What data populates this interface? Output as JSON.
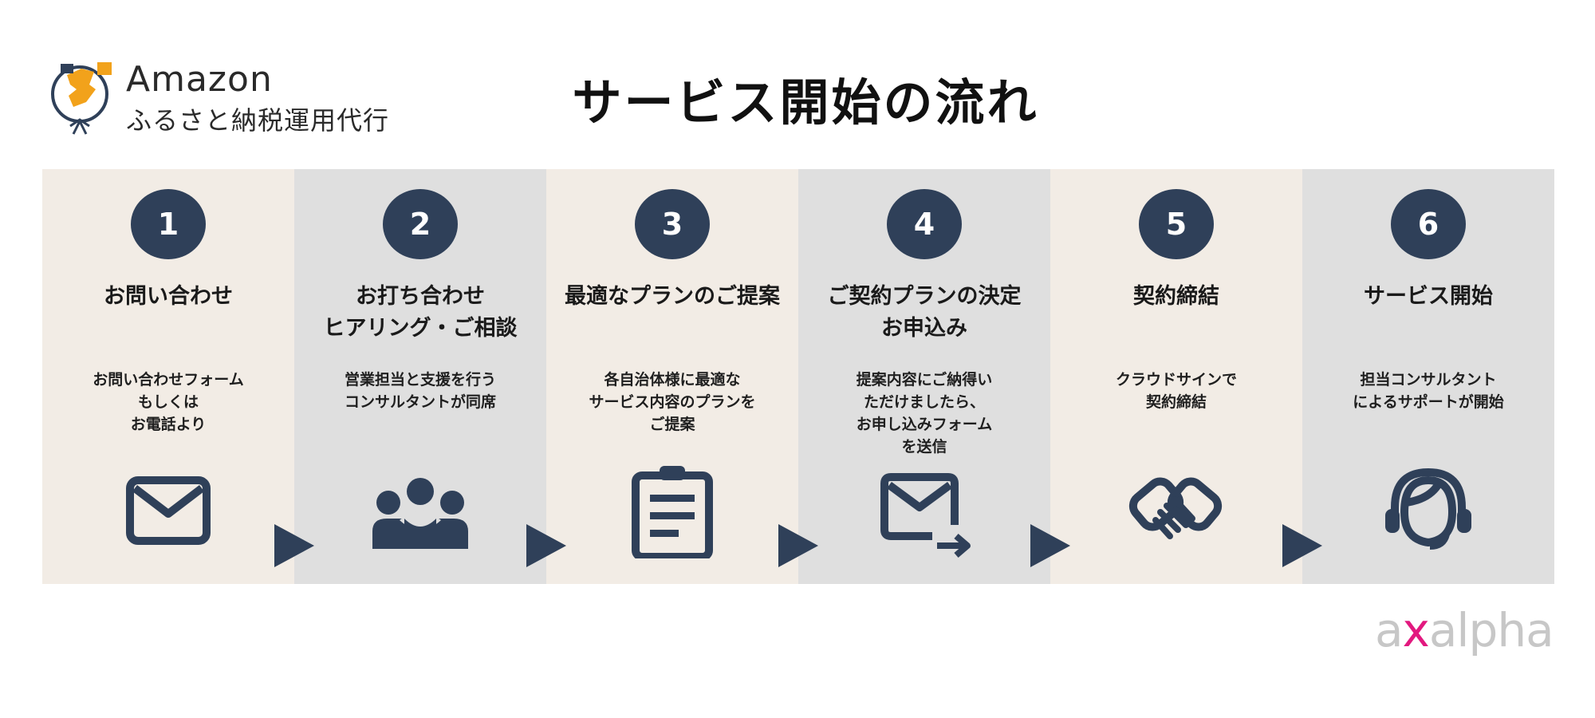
{
  "logo": {
    "line1": "Amazon",
    "line2": "ふるさと納税運用代行",
    "colors": {
      "accent": "#f2a21b",
      "navy": "#2f4059"
    }
  },
  "title": "サービス開始の流れ",
  "colors": {
    "step_circle": "#2f4059",
    "panel_beige": "#f2ece5",
    "panel_gray": "#dfdfdf",
    "icon": "#2f4059"
  },
  "steps": [
    {
      "number": "1",
      "title": "お問い合わせ",
      "description": "お問い合わせフォーム\nもしくは\nお電話より",
      "icon": "mail-icon"
    },
    {
      "number": "2",
      "title": "お打ち合わせ\nヒアリング・ご相談",
      "description": "営業担当と支援を行う\nコンサルタントが同席",
      "icon": "group-meeting-icon"
    },
    {
      "number": "3",
      "title": "最適なプランのご提案",
      "description": "各自治体様に最適な\nサービス内容のプランを\nご提案",
      "icon": "clipboard-icon"
    },
    {
      "number": "4",
      "title": "ご契約プランの決定\nお申込み",
      "description": "提案内容にご納得い\nただけましたら、\nお申し込みフォーム\nを送信",
      "icon": "mail-send-icon"
    },
    {
      "number": "5",
      "title": "契約締結",
      "description": "クラウドサインで\n契約締結",
      "icon": "handshake-icon"
    },
    {
      "number": "6",
      "title": "サービス開始",
      "description": "担当コンサルタント\nによるサポートが開始",
      "icon": "headset-support-icon"
    }
  ],
  "footer_logo": {
    "pre": "a",
    "accent": "x",
    "post": "alpha",
    "accent_color": "#e2197f"
  }
}
